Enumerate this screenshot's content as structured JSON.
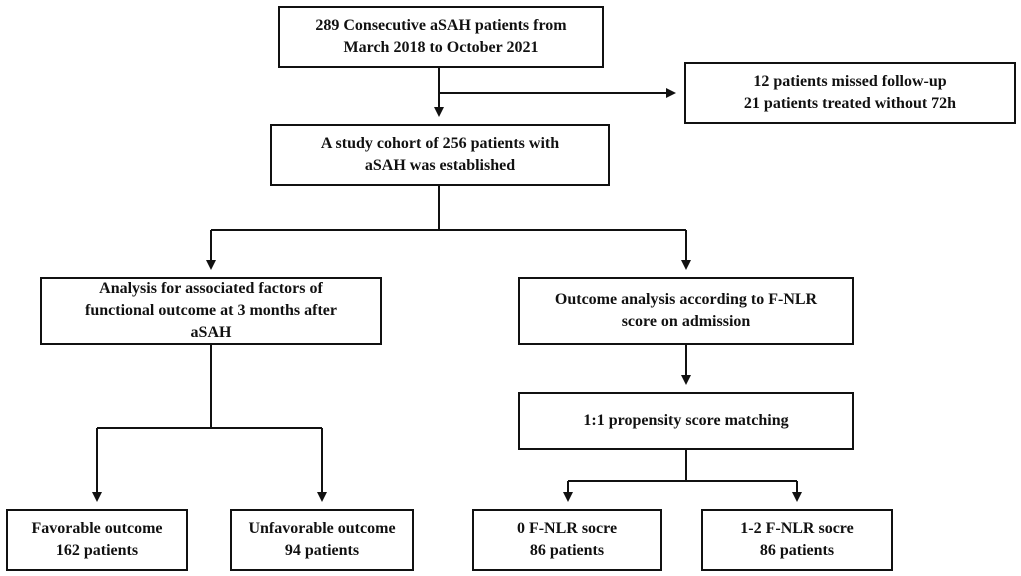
{
  "boxes": {
    "initial": [
      "289 Consecutive aSAH patients from",
      "March 2018 to October 2021"
    ],
    "excluded": [
      "12 patients missed follow-up",
      "21 patients treated without 72h"
    ],
    "cohort": [
      "A study cohort of 256 patients with",
      "aSAH was established"
    ],
    "analysis_left": [
      "Analysis for associated factors of",
      "functional outcome at 3 months after",
      "aSAH"
    ],
    "analysis_right": [
      "Outcome analysis according to F-NLR",
      "score on admission"
    ],
    "matching": [
      "1:1 propensity score matching"
    ],
    "favorable": [
      "Favorable outcome",
      "162 patients"
    ],
    "unfavorable": [
      "Unfavorable outcome",
      "94 patients"
    ],
    "fnlr_0": [
      "0 F-NLR socre",
      "86 patients"
    ],
    "fnlr_12": [
      "1-2 F-NLR socre",
      "86 patients"
    ]
  }
}
